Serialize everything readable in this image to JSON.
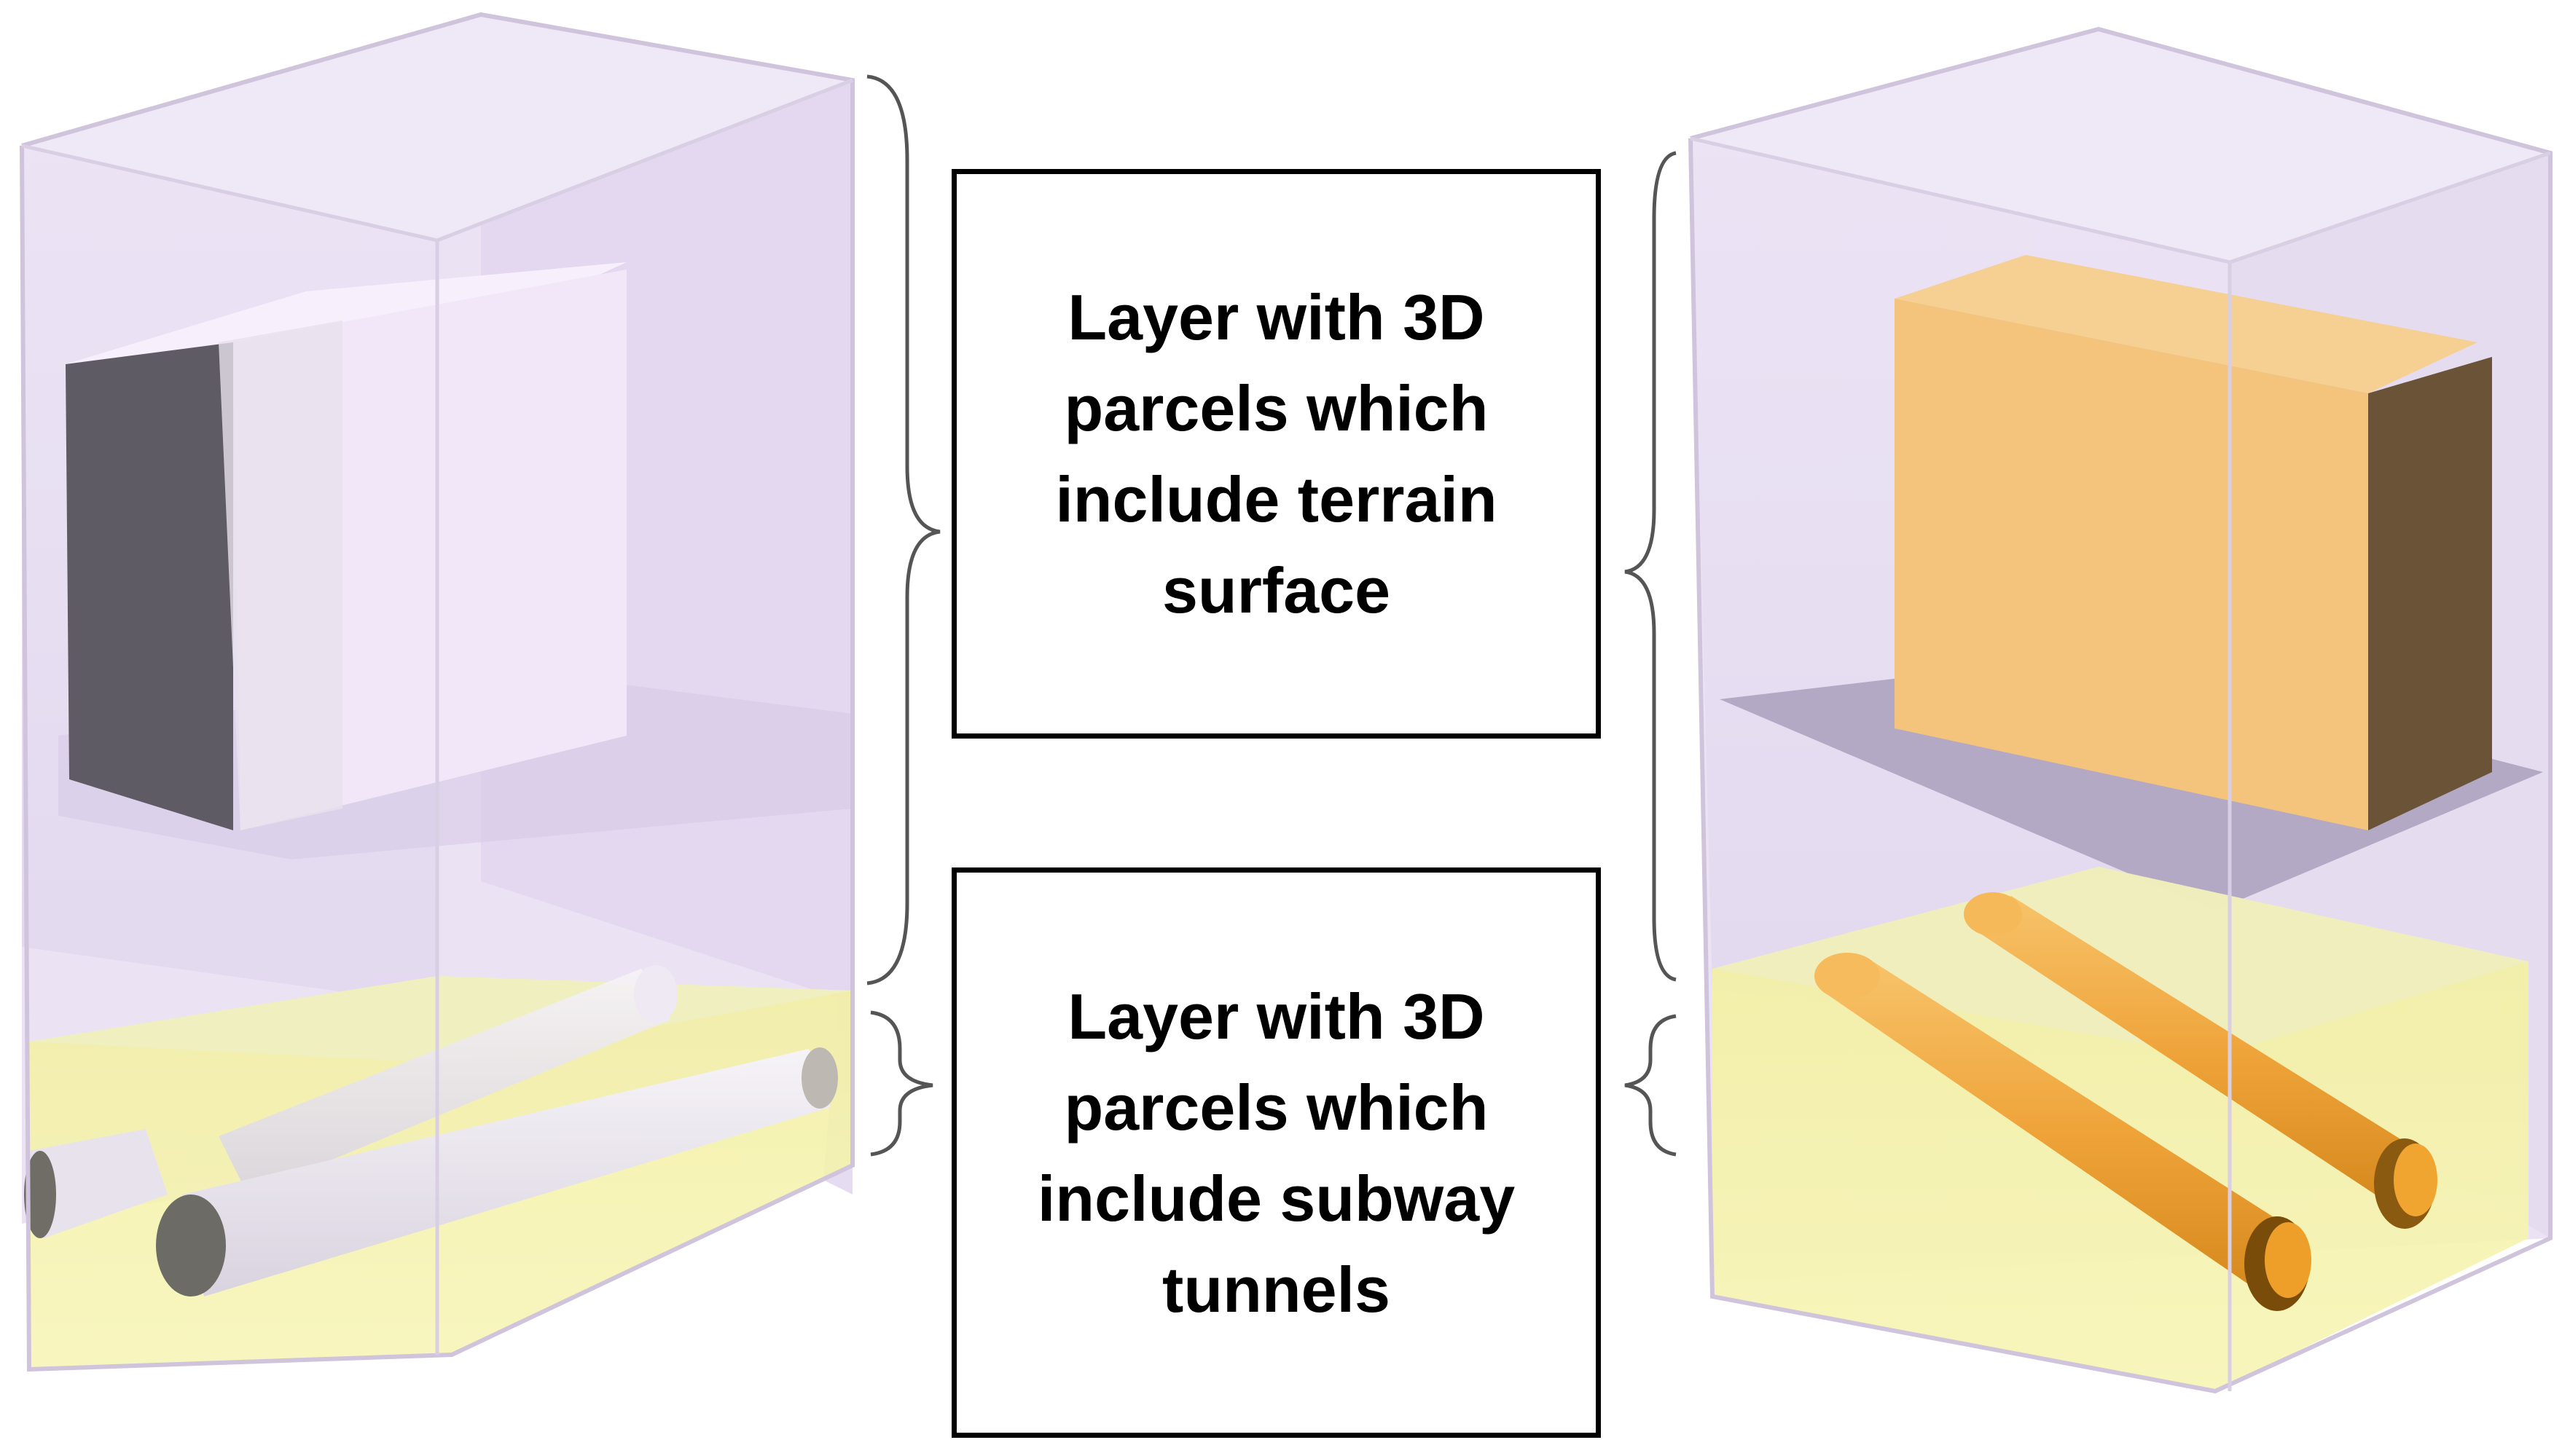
{
  "labels": {
    "top_layer": {
      "lines": [
        "Layer with 3D",
        "parcels which",
        "include terrain",
        "surface"
      ]
    },
    "bottom_layer": {
      "lines": [
        "Layer with 3D",
        "parcels which",
        "include subway",
        "tunnels"
      ]
    }
  },
  "colors": {
    "volume_lavender": "#e4d9f0",
    "volume_edge": "#c8bcd9",
    "subsurface_yellow": "#f4f1a0",
    "building_empty": "#f1e6f7",
    "building_empty_shadow": "#5d5a63",
    "building_filled": "#f3c27b",
    "building_filled_shadow": "#6b5438",
    "tunnel_empty": "#eae5ef",
    "tunnel_filled": "#f2a93d",
    "tunnel_filled_dark": "#d98c1c",
    "brace": "#555555",
    "box_border": "#000000"
  }
}
